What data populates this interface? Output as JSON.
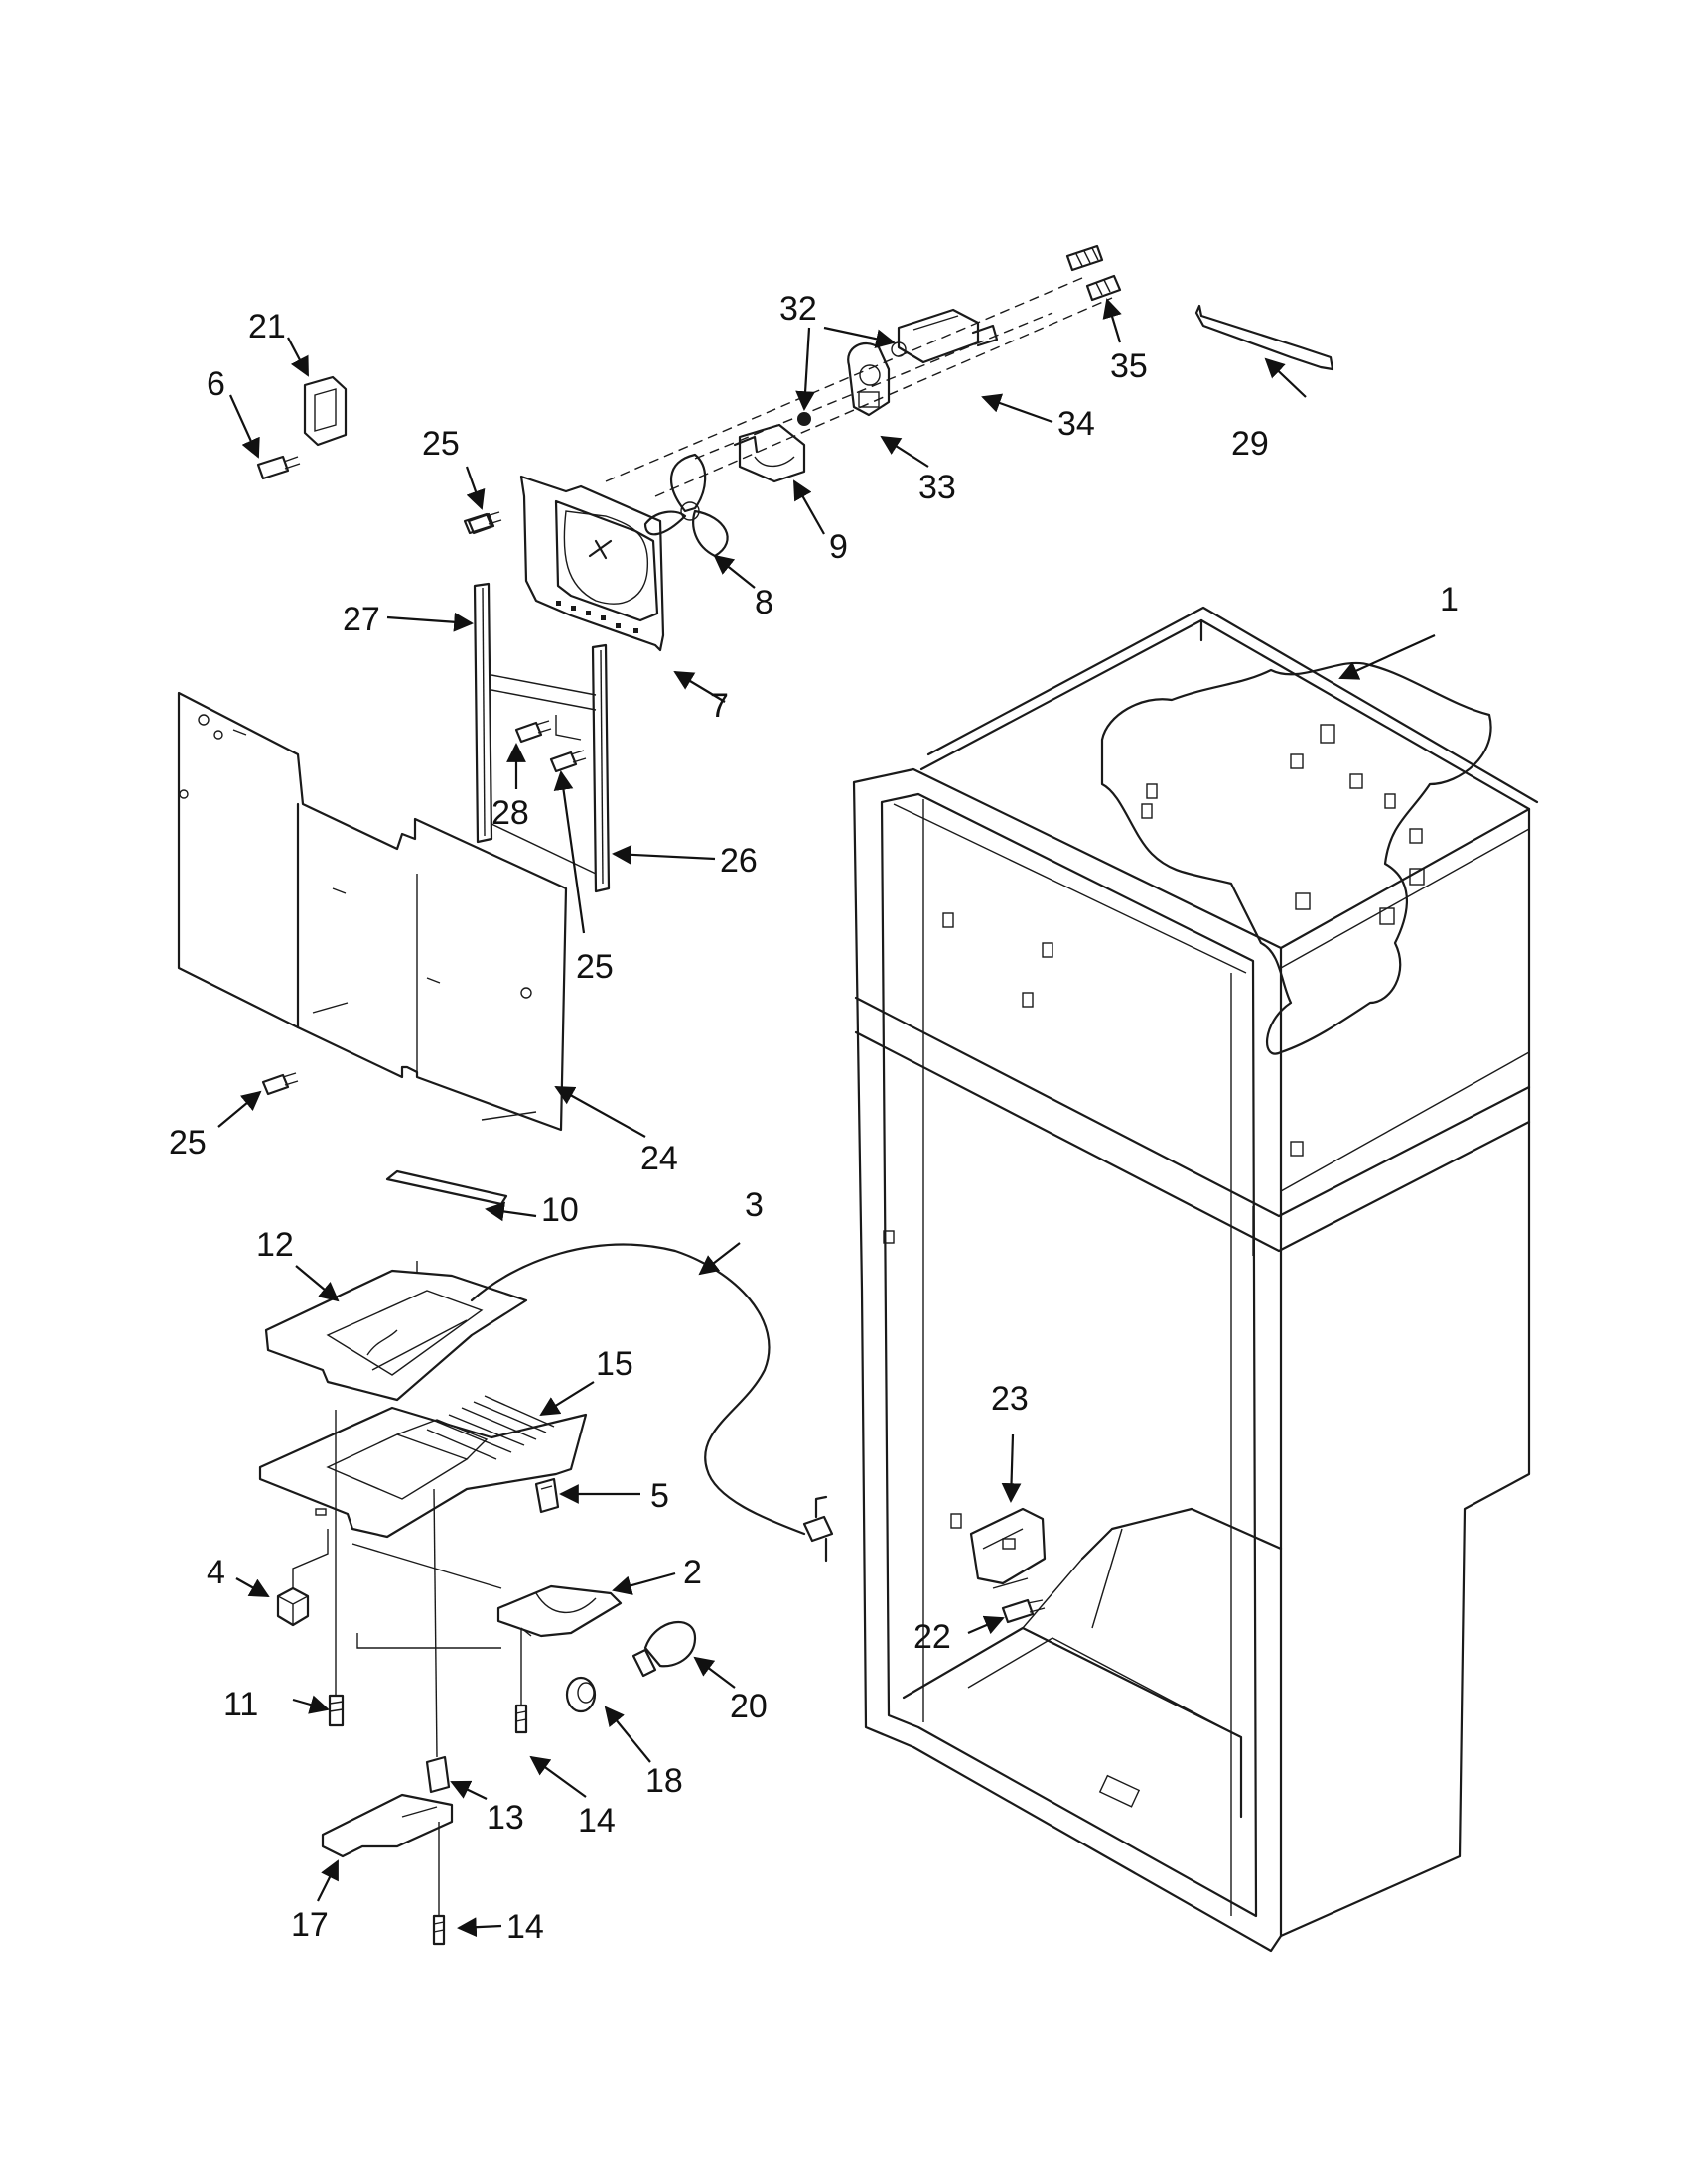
{
  "callouts": [
    {
      "id": "c1",
      "label": "1"
    },
    {
      "id": "c2",
      "label": "2"
    },
    {
      "id": "c3",
      "label": "3"
    },
    {
      "id": "c4",
      "label": "4"
    },
    {
      "id": "c5",
      "label": "5"
    },
    {
      "id": "c6",
      "label": "6"
    },
    {
      "id": "c7",
      "label": "7"
    },
    {
      "id": "c8",
      "label": "8"
    },
    {
      "id": "c9",
      "label": "9"
    },
    {
      "id": "c10",
      "label": "10"
    },
    {
      "id": "c11",
      "label": "11"
    },
    {
      "id": "c12",
      "label": "12"
    },
    {
      "id": "c13",
      "label": "13"
    },
    {
      "id": "c14a",
      "label": "14"
    },
    {
      "id": "c14b",
      "label": "14"
    },
    {
      "id": "c15",
      "label": "15"
    },
    {
      "id": "c17",
      "label": "17"
    },
    {
      "id": "c18",
      "label": "18"
    },
    {
      "id": "c20",
      "label": "20"
    },
    {
      "id": "c21",
      "label": "21"
    },
    {
      "id": "c22",
      "label": "22"
    },
    {
      "id": "c23",
      "label": "23"
    },
    {
      "id": "c24",
      "label": "24"
    },
    {
      "id": "c25a",
      "label": "25"
    },
    {
      "id": "c25b",
      "label": "25"
    },
    {
      "id": "c25c",
      "label": "25"
    },
    {
      "id": "c26",
      "label": "26"
    },
    {
      "id": "c27",
      "label": "27"
    },
    {
      "id": "c28",
      "label": "28"
    },
    {
      "id": "c29",
      "label": "29"
    },
    {
      "id": "c32",
      "label": "32"
    },
    {
      "id": "c33",
      "label": "33"
    },
    {
      "id": "c34",
      "label": "34"
    },
    {
      "id": "c35",
      "label": "35"
    }
  ]
}
